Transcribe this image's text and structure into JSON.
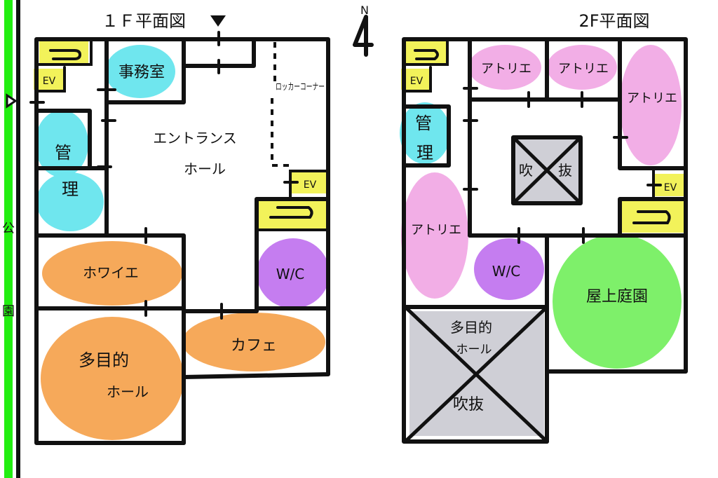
{
  "floor1": {
    "title": "１Ｆ平面図",
    "rooms": {
      "stairs": "",
      "elevator_nw": "EV",
      "office": "事務室",
      "locker": "ロッカーコーナー",
      "management_a": "管",
      "management_b": "理",
      "entrance_hall_a": "エントランス",
      "entrance_hall_b": "ホール",
      "elevator_e": "EV",
      "foyer": "ホワイエ",
      "wc": "W/C",
      "multipurpose_a": "多目的",
      "multipurpose_b": "ホール",
      "cafe": "カフェ"
    },
    "park_label": "公園"
  },
  "floor2": {
    "title": "2F平面図",
    "rooms": {
      "elevator_nw": "EV",
      "atelier_1": "アトリエ",
      "atelier_2": "アトリエ",
      "atelier_3": "アトリエ",
      "atelier_4": "アトリエ",
      "management_a": "管",
      "management_b": "理",
      "void_center_a": "吹",
      "void_center_b": "抜",
      "elevator_e": "EV",
      "wc": "W/C",
      "roof_garden": "屋上庭園",
      "multipurpose_a": "多目的",
      "multipurpose_b": "ホール",
      "void_sw": "吹抜"
    }
  },
  "north_label": "N",
  "colors": {
    "park": "#22ee11",
    "stairs_ev": "#f2f25a",
    "management": "#6fe6ee",
    "orange": "#f6a95a",
    "purple": "#c57df0",
    "pink": "#f2aee6",
    "gray": "#cfcfd6",
    "green": "#7ef06a"
  }
}
